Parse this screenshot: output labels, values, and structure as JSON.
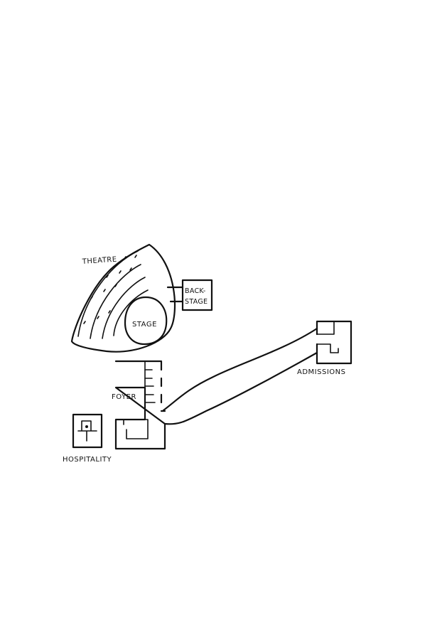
{
  "labels": {
    "theatre": "THEATRE",
    "stage": "STAGE",
    "backstage_line1": "BACK-",
    "backstage_line2": "STAGE",
    "foyer": "FOYER",
    "admissions": "ADMISSIONS",
    "hospitality": "HOSPITALITY"
  }
}
